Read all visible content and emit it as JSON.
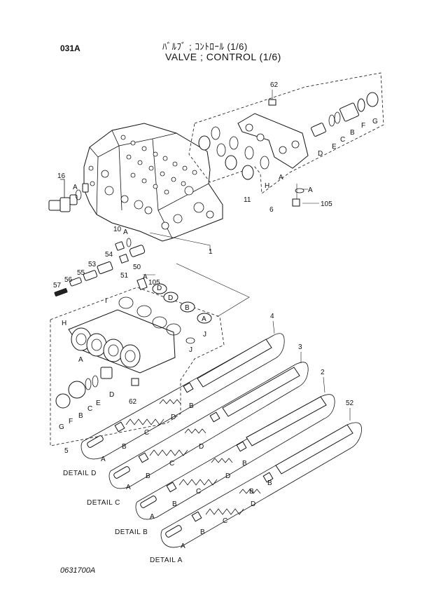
{
  "header": {
    "page_code": "031A",
    "title_jp": "ﾊﾞﾙﾌﾞ ; ｺﾝﾄﾛｰﾙ (1/6)",
    "title_en": "VALVE ; CONTROL (1/6)"
  },
  "footer": {
    "drawing_number": "0631700A"
  },
  "part_numbers": [
    "1",
    "2",
    "3",
    "4",
    "5",
    "6",
    "10",
    "11",
    "16",
    "50",
    "51",
    "52",
    "53",
    "54",
    "55",
    "56",
    "57",
    "62",
    "105"
  ],
  "detail_labels": [
    "DETAIL D",
    "DETAIL C",
    "DETAIL B",
    "DETAIL A"
  ],
  "letters": {
    "A": "A",
    "B": "B",
    "C": "C",
    "D": "D",
    "E": "E",
    "F": "F",
    "G": "G",
    "H": "H",
    "I": "I",
    "J": "J"
  }
}
